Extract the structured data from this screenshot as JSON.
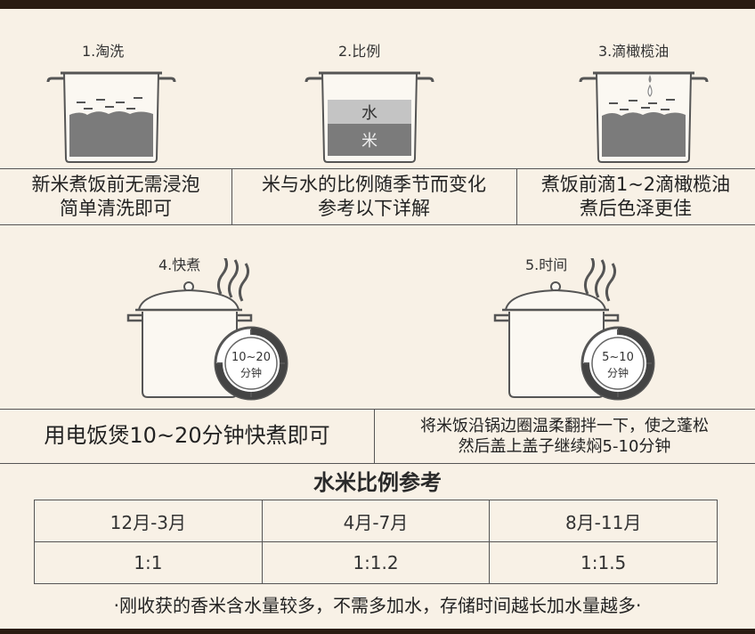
{
  "steps": [
    {
      "title": "1.淘洗",
      "caption_lines": [
        "新米煮饭前无需浸泡",
        "简单清洗即可"
      ]
    },
    {
      "title": "2.比例",
      "caption_lines": [
        "米与水的比例随季节而变化",
        "参考以下详解"
      ],
      "labels": {
        "water": "水",
        "rice": "米"
      }
    },
    {
      "title": "3.滴橄榄油",
      "caption_lines": [
        "煮饭前滴1~2滴橄榄油",
        "煮后色泽更佳"
      ]
    },
    {
      "title": "4.快煮",
      "caption_lines": [
        "用电饭煲10~20分钟快煮即可"
      ],
      "timer": {
        "range": "10~20",
        "unit": "分钟"
      }
    },
    {
      "title": "5.时间",
      "caption_lines": [
        "将米饭沿锅边圈温柔翻拌一下，使之蓬松",
        "然后盖上盖子继续焖5-10分钟"
      ],
      "timer": {
        "range": "5~10",
        "unit": "分钟"
      }
    }
  ],
  "ratio_table": {
    "title": "水米比例参考",
    "headers": [
      "12月-3月",
      "4月-7月",
      "8月-11月"
    ],
    "values": [
      "1:1",
      "1:1.2",
      "1:1.5"
    ]
  },
  "footnote": "·刚收获的香米含水量较多，不需多加水，存储时间越长加水量越多·",
  "colors": {
    "background": "#f8f1e6",
    "rice": "#7b7b7b",
    "water": "#c4c4c4",
    "outline": "#555555",
    "frame": "#2a1c12"
  }
}
